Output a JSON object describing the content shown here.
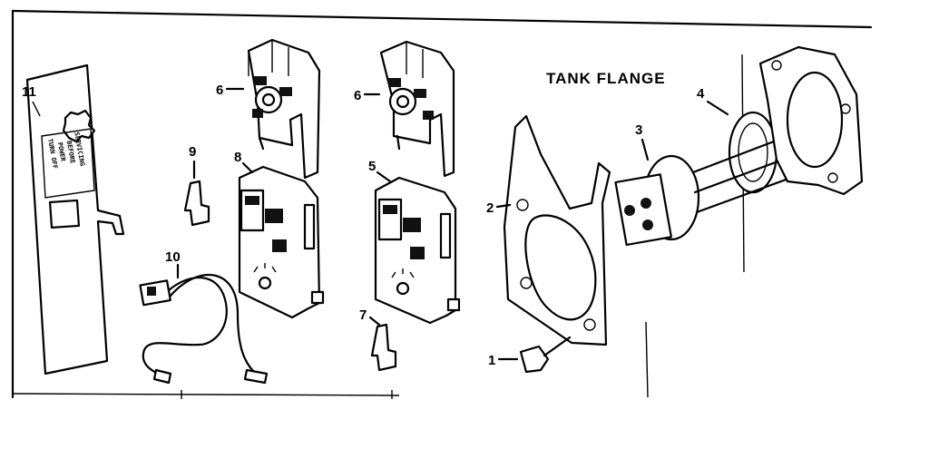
{
  "title": "TANK FLANGE",
  "callouts": {
    "n1": "1",
    "n2": "2",
    "n3": "3",
    "n4": "4",
    "n5": "5",
    "n6a": "6",
    "n6b": "6",
    "n7": "7",
    "n8": "8",
    "n9": "9",
    "n10": "10",
    "n11": "11"
  },
  "warning_tag": {
    "line1": "TURN OFF",
    "line2": "POWER",
    "line3": "BEFORE",
    "line4": "SERVICING"
  }
}
